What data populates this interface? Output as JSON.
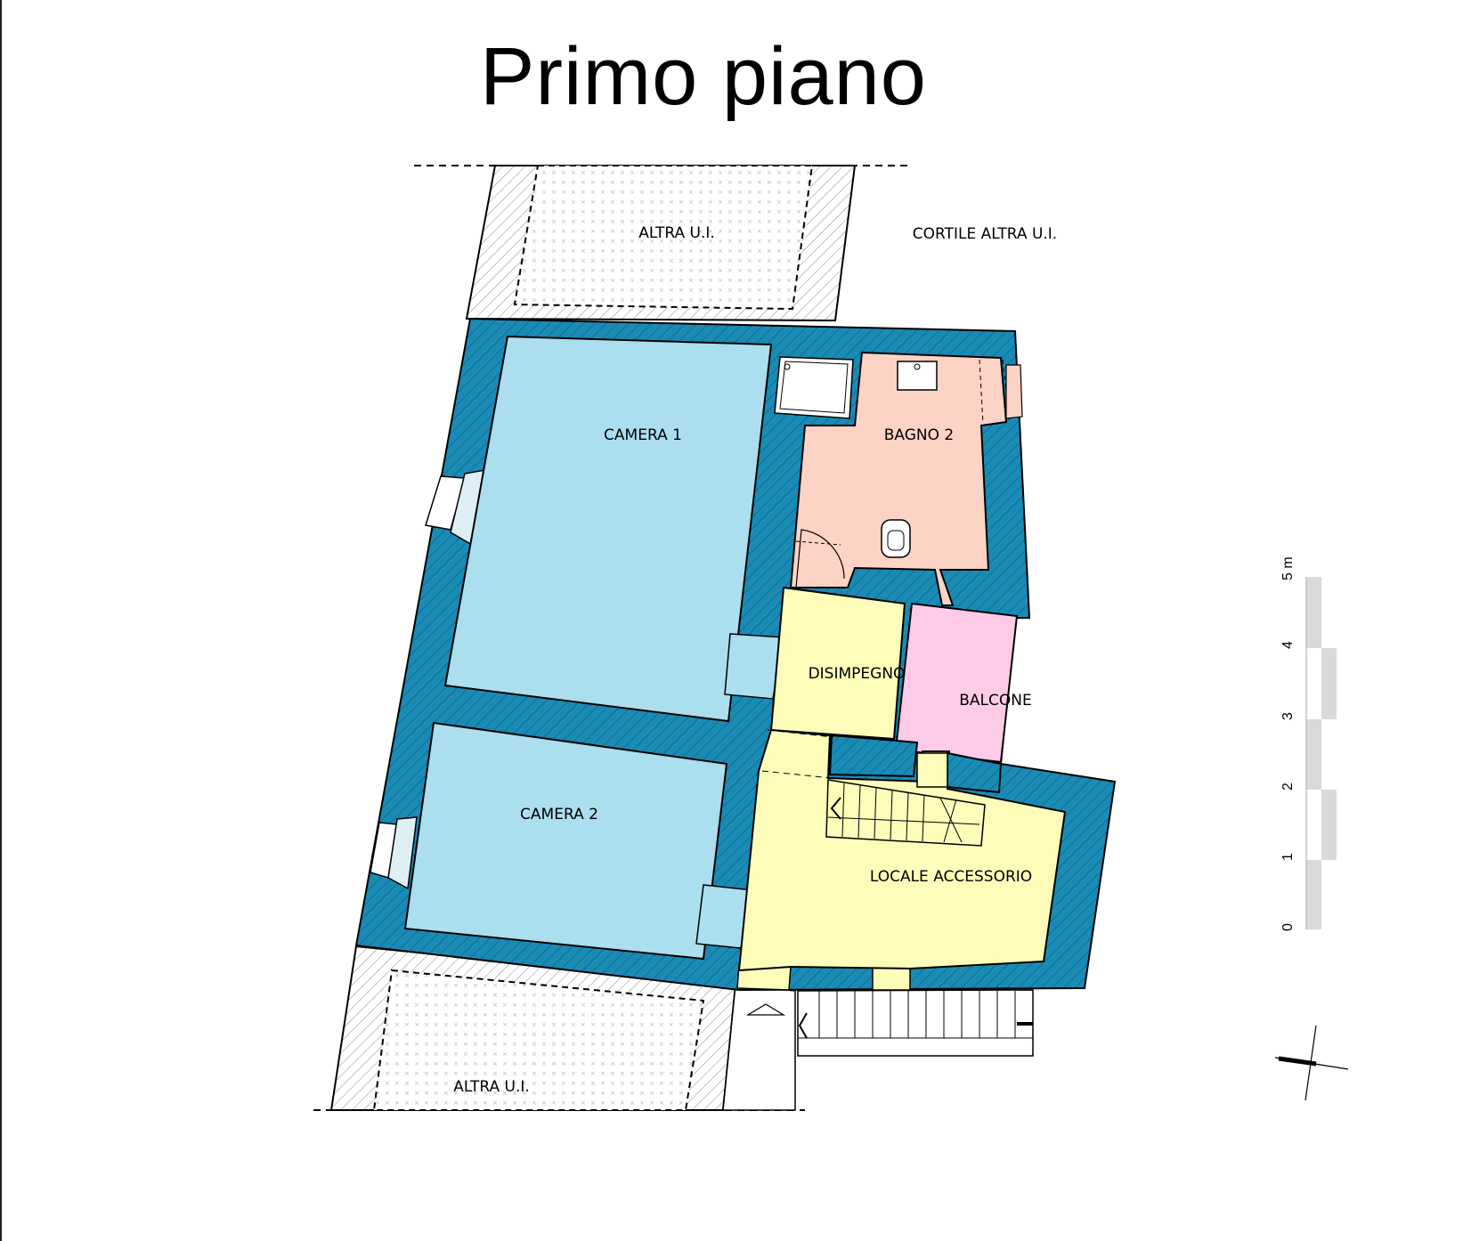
{
  "title": "Primo piano",
  "rooms": {
    "camera_1": "CAMERA 1",
    "camera_2": "CAMERA 2",
    "bagno_2": "BAGNO 2",
    "disimpegno": "DISIMPEGNO",
    "balcone": "BALCONE",
    "locale_accessorio": "LOCALE ACCESSORIO",
    "altra_ui_top": "ALTRA U.I.",
    "altra_ui_bottom": "ALTRA U.I.",
    "cortile": "CORTILE ALTRA U.I."
  },
  "scale_bar": {
    "ticks": [
      "0",
      "1",
      "2",
      "3",
      "4",
      "5 m"
    ]
  },
  "colors": {
    "wall": "#1a8bb5",
    "bedroom": "#abdeee",
    "bathroom": "#fdd3c5",
    "corridor": "#fdfcb9",
    "balcony": "#fdcbe7",
    "scale_gray": "#d9d9d9"
  }
}
